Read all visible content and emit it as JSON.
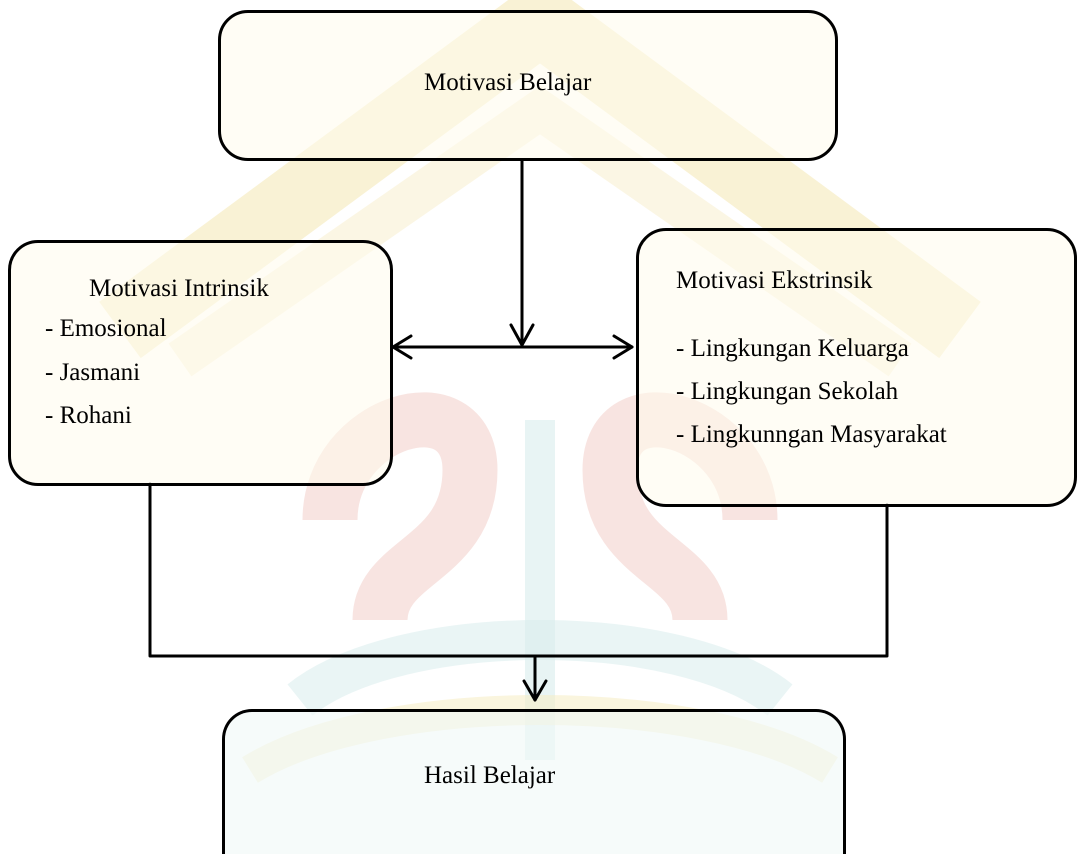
{
  "diagram": {
    "top": {
      "title": "Motivasi Belajar"
    },
    "left": {
      "title": "Motivasi Intrinsik",
      "items": [
        "- Emosional",
        "- Jasmani",
        "- Rohani"
      ]
    },
    "right": {
      "title": "Motivasi Ekstrinsik",
      "items": [
        "- Lingkungan Keluarga",
        "- Lingkungan Sekolah",
        "- Lingkunngan Masyarakat"
      ]
    },
    "bottom": {
      "title": "Hasil Belajar"
    }
  },
  "watermark_colors": {
    "gold": "#f4e6a6",
    "red": "#efc5c2",
    "teal": "#cfe6e6"
  }
}
